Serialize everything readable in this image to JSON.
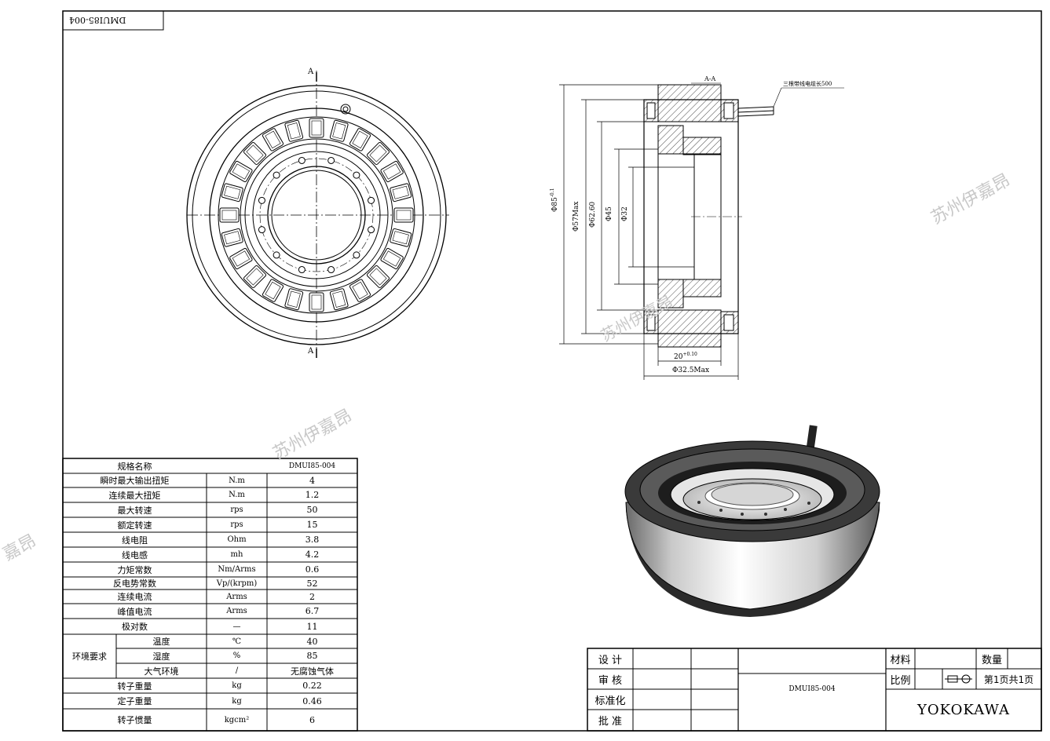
{
  "drawing_code_rotated": "DMUI85-004",
  "section_label_top": "A",
  "section_label_bottom": "A",
  "section_view_label": "A-A",
  "cable_note": "三根带线电缆长500",
  "dims": {
    "d85": "Φ85",
    "d85_tol": "-0.1",
    "d57": "Φ57Max",
    "d62": "Φ62.60",
    "d45": "Φ45",
    "d32": "Φ32",
    "w20": "20",
    "w20_tol": "+0.10",
    "w32": "Φ32.5Max"
  },
  "watermark": "苏州伊嘉昂",
  "watermark_partial": "嘉昂",
  "spec_table": {
    "header": {
      "name": "规格名称",
      "value": "DMUI85-004"
    },
    "rows": [
      {
        "name": "瞬时最大输出扭矩",
        "unit": "N.m",
        "value": "4"
      },
      {
        "name": "连续最大扭矩",
        "unit": "N.m",
        "value": "1.2"
      },
      {
        "name": "最大转速",
        "unit": "rps",
        "value": "50"
      },
      {
        "name": "额定转速",
        "unit": "rps",
        "value": "15"
      },
      {
        "name": "线电阻",
        "unit": "Ohm",
        "value": "3.8"
      },
      {
        "name": "线电感",
        "unit": "mh",
        "value": "4.2"
      },
      {
        "name": "力矩常数",
        "unit": "Nm/Arms",
        "value": "0.6"
      },
      {
        "name": "反电势常数",
        "unit": "Vp/(krpm)",
        "value": "52"
      },
      {
        "name": "连续电流",
        "unit": "Arms",
        "value": "2"
      },
      {
        "name": "峰值电流",
        "unit": "Arms",
        "value": "6.7"
      },
      {
        "name": "极对数",
        "unit": "—",
        "value": "11"
      }
    ],
    "env_group": "环境要求",
    "env_rows": [
      {
        "name": "温度",
        "unit": "℃",
        "value": "40"
      },
      {
        "name": "湿度",
        "unit": "%",
        "value": "85"
      },
      {
        "name": "大气环境",
        "unit": "/",
        "value": "无腐蚀气体"
      }
    ],
    "tail_rows": [
      {
        "name": "转子重量",
        "unit": "kg",
        "value": "0.22"
      },
      {
        "name": "定子重量",
        "unit": "kg",
        "value": "0.46"
      },
      {
        "name": "转子惯量",
        "unit": "kgcm²",
        "value": "6"
      }
    ]
  },
  "title_block": {
    "design": "设 计",
    "review": "审 核",
    "standard": "标准化",
    "approve": "批 准",
    "drawing_no": "DMUI85-004",
    "material": "材料",
    "quantity": "数量",
    "scale": "比例",
    "page": "第1页共1页",
    "company": "YOKOKAWA"
  }
}
